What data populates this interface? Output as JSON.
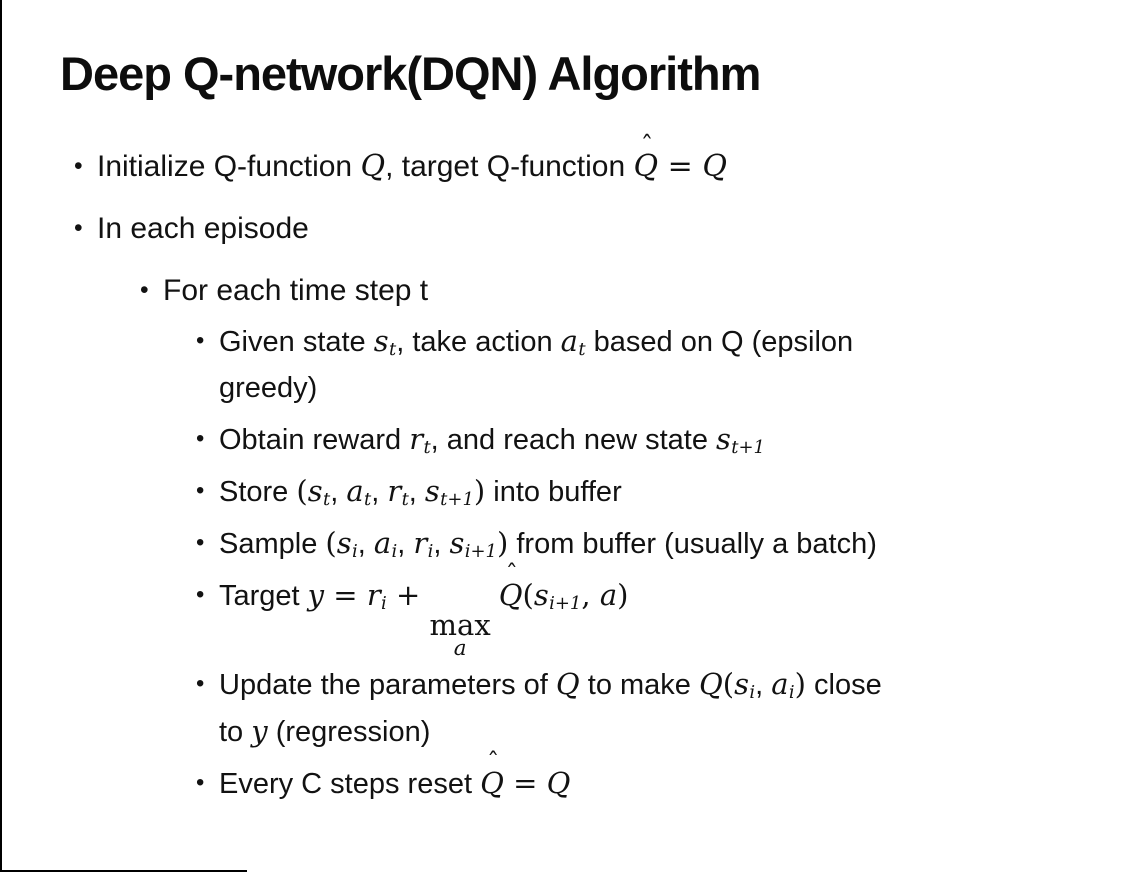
{
  "slide": {
    "background": "#ffffff",
    "edge_line_color": "#000000",
    "text_color": "#121212"
  },
  "title": {
    "text": "Deep Q-network(DQN) Algorithm"
  },
  "bullets": {
    "marker": "•",
    "hat_glyph": "ˆ",
    "items": [
      {
        "level": 1,
        "segs": [
          {
            "t": "Initialize Q-function "
          },
          {
            "v": "Q"
          },
          {
            "t": ", target Q-function "
          },
          {
            "v": "Q",
            "hat": true
          },
          {
            "m": " = "
          },
          {
            "v": "Q"
          }
        ]
      },
      {
        "level": 1,
        "segs": [
          {
            "t": "In each episode"
          }
        ]
      },
      {
        "level": 2,
        "segs": [
          {
            "t": "For each time step t"
          }
        ]
      },
      {
        "level": 3,
        "segs": [
          {
            "t": "Given state "
          },
          {
            "v": "s",
            "sub": "t"
          },
          {
            "t": ", take action "
          },
          {
            "v": "a",
            "sub": "t"
          },
          {
            "t": " based on Q (epsilon"
          },
          {
            "br": true
          },
          {
            "t": "greedy)"
          }
        ]
      },
      {
        "level": 3,
        "segs": [
          {
            "t": "Obtain reward "
          },
          {
            "v": "r",
            "sub": "t"
          },
          {
            "t": ", and reach new state "
          },
          {
            "v": "s",
            "sub": "t+1"
          }
        ]
      },
      {
        "level": 3,
        "segs": [
          {
            "t": "Store "
          },
          {
            "m": "("
          },
          {
            "v": "s",
            "sub": "t"
          },
          {
            "t": ", "
          },
          {
            "v": "a",
            "sub": "t"
          },
          {
            "t": ", "
          },
          {
            "v": "r",
            "sub": "t"
          },
          {
            "t": ", "
          },
          {
            "v": "s",
            "sub": "t+1"
          },
          {
            "m": ")"
          },
          {
            "t": " into buffer"
          }
        ]
      },
      {
        "level": 3,
        "segs": [
          {
            "t": "Sample "
          },
          {
            "m": "("
          },
          {
            "v": "s",
            "sub": "i"
          },
          {
            "t": ", "
          },
          {
            "v": "a",
            "sub": "i"
          },
          {
            "t": ", "
          },
          {
            "v": "r",
            "sub": "i"
          },
          {
            "t": ", "
          },
          {
            "v": "s",
            "sub": "i+1"
          },
          {
            "m": ")"
          },
          {
            "t": " from buffer (usually a batch)"
          }
        ]
      },
      {
        "level": 3,
        "segs": [
          {
            "t": "Target "
          },
          {
            "v": "y"
          },
          {
            "m": " = "
          },
          {
            "v": "r",
            "sub": "i"
          },
          {
            "m": " + "
          },
          {
            "under": {
              "top": "max",
              "bot": "a"
            }
          },
          {
            "t": " "
          },
          {
            "v": "Q",
            "hat": true
          },
          {
            "m": "("
          },
          {
            "v": "s",
            "sub": "i+1"
          },
          {
            "m": ", "
          },
          {
            "v": "a"
          },
          {
            "m": ")"
          }
        ]
      },
      {
        "level": 3,
        "segs": [
          {
            "t": "Update the parameters of "
          },
          {
            "v": "Q"
          },
          {
            "t": " to make "
          },
          {
            "v": "Q"
          },
          {
            "m": "("
          },
          {
            "v": "s",
            "sub": "i"
          },
          {
            "t": ", "
          },
          {
            "v": "a",
            "sub": "i"
          },
          {
            "m": ")"
          },
          {
            "t": " close"
          },
          {
            "br": true
          },
          {
            "t": "to "
          },
          {
            "v": "y"
          },
          {
            "t": " (regression)"
          }
        ]
      },
      {
        "level": 3,
        "segs": [
          {
            "t": "Every C steps reset "
          },
          {
            "v": "Q",
            "hat": true
          },
          {
            "m": " = "
          },
          {
            "v": "Q"
          }
        ]
      }
    ]
  }
}
